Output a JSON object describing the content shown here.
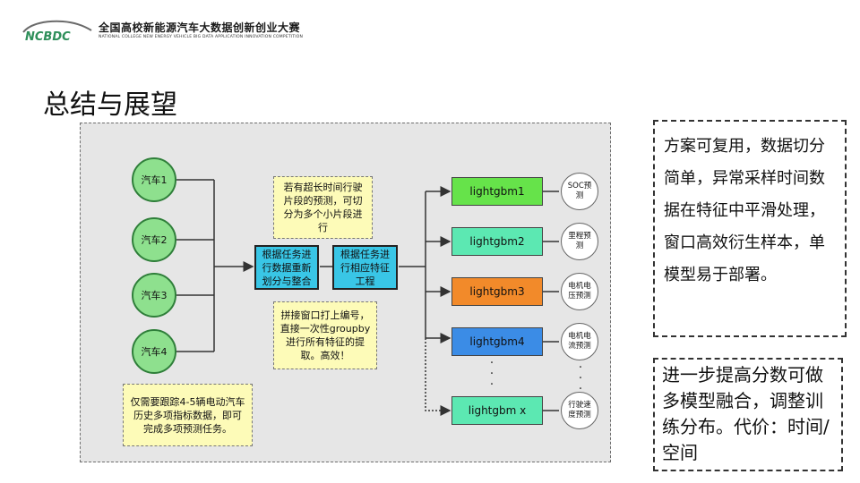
{
  "header": {
    "logo_mark": "NCBDC",
    "title_cn": "全国高校新能源汽车大数据创新创业大赛",
    "title_en": "NATIONAL COLLEGE NEW ENERGY VEHICLE BIG DATA APPLICATION INNOVATION COMPETITION"
  },
  "page_title": "总结与展望",
  "diagram": {
    "cars": [
      "汽车1",
      "汽车2",
      "汽车3",
      "汽车4"
    ],
    "notes": {
      "top": "若有超长时间行驶片段的预测，可切分为多个小片段进行",
      "middle": "拼接窗口打上编号，直接一次性groupby进行所有特征的提取。高效！",
      "bottom": "仅需要跟踪4-5辆电动汽车历史多项指标数据，即可完成多项预测任务。"
    },
    "steps": [
      "根据任务进行数据重新划分与整合",
      "根据任务进行相应特征工程"
    ],
    "models": [
      {
        "label": "lightgbm1",
        "color": "#66e34a"
      },
      {
        "label": "lightgbm2",
        "color": "#5ce8b2"
      },
      {
        "label": "lightgbm3",
        "color": "#f28a2a"
      },
      {
        "label": "lightgbm4",
        "color": "#3b8ce6"
      },
      {
        "label": "lightgbm x",
        "color": "#5ce8b2"
      }
    ],
    "targets": [
      "SOC预测",
      "里程预测",
      "电机电压预测",
      "电机电流预测",
      "行驶速度预测"
    ],
    "ellipsis": "·\n·\n·"
  },
  "side_notes": {
    "note1": "方案可复用，数据切分简单，异常采样时间数据在特征中平滑处理，窗口高效衍生样本，单模型易于部署。",
    "note2": "进一步提高分数可做多模型融合，调整训练分布。代价：时间/空间"
  }
}
